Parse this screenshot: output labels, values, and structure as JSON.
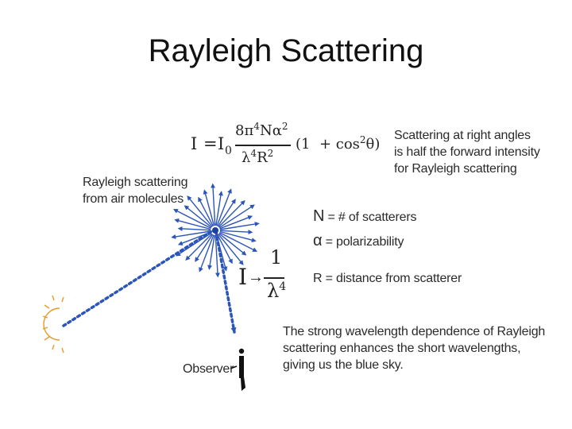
{
  "title": "Rayleigh Scattering",
  "formula": {
    "lhs": "I",
    "eq": "=",
    "i0": "I",
    "i0_sub": "0",
    "num_main": "8π",
    "num_exp1": "4",
    "num_mid": "Nα",
    "num_exp2": "2",
    "den_main": "λ",
    "den_exp1": "4",
    "den_mid": "R",
    "den_exp2": "2",
    "factor_open": "(1",
    "factor_plus": "+ cos",
    "factor_exp": "2",
    "factor_close": "θ)"
  },
  "labels": {
    "right_angle_1": "Scattering at right angles",
    "right_angle_2": "is half the forward intensity",
    "right_angle_3": "for Rayleigh scattering",
    "air_1": "Rayleigh scattering",
    "air_2": "from air molecules",
    "n_sym": "N",
    "n_def": "= # of scatterers",
    "alpha_sym": "α",
    "alpha_def": "= polarizability",
    "r_def": "R = distance from scatterer",
    "prop_I": "I",
    "prop_arrow": "→",
    "prop_num": "1",
    "prop_den": "λ",
    "prop_exp": "4",
    "strong_1": "The strong wavelength dependence of Rayleigh",
    "strong_2": "scattering enhances the short wavelengths,",
    "strong_3": "giving us the blue sky.",
    "observer": "Observer"
  },
  "colors": {
    "scatter_blue": "#2c55b8",
    "sun_orange": "#e59a2a",
    "text": "#2a2a2a"
  }
}
